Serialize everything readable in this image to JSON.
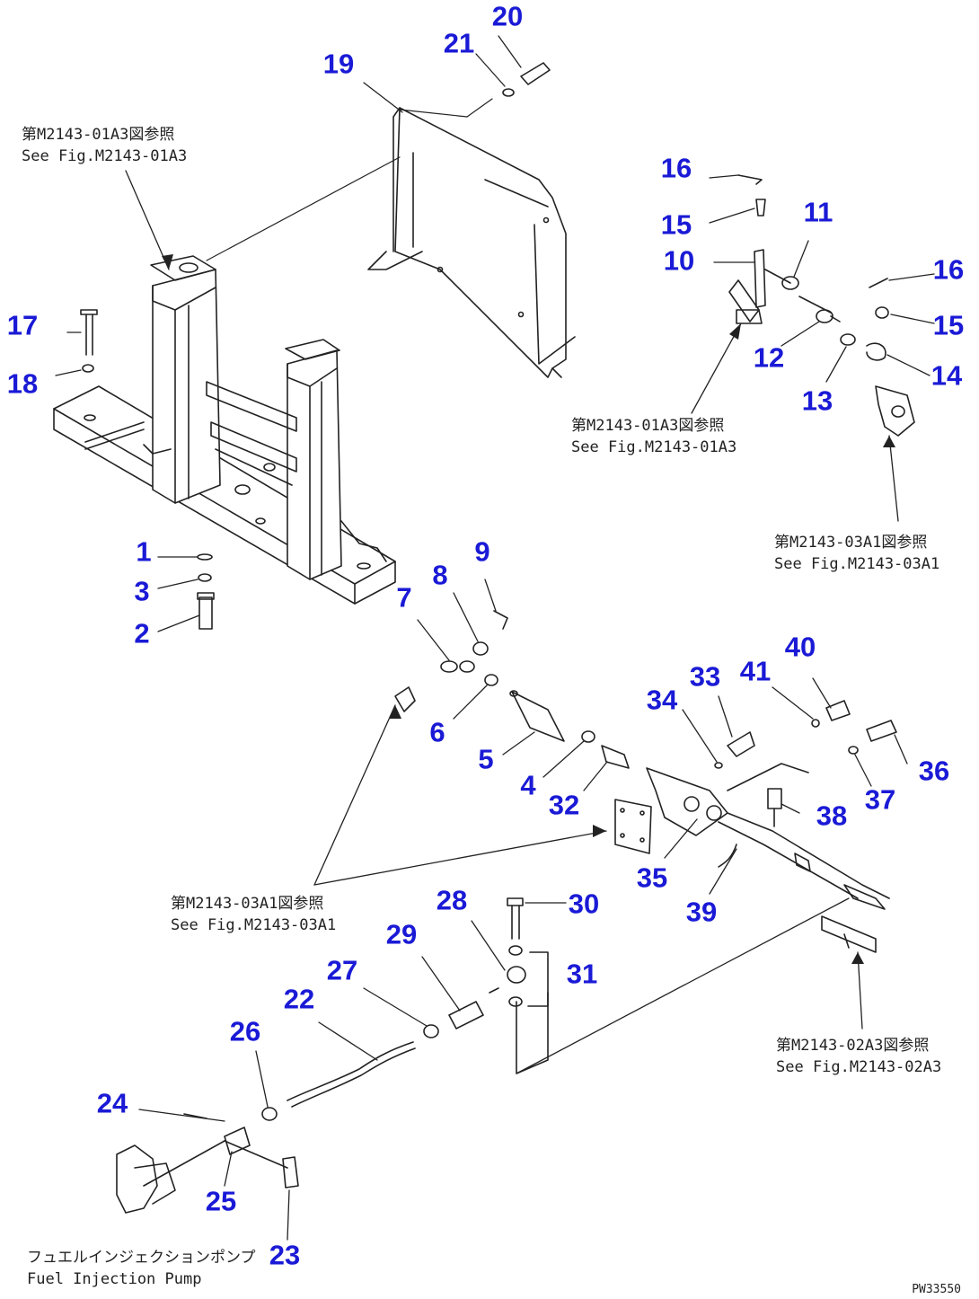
{
  "callouts": {
    "n1": "1",
    "n2": "2",
    "n3": "3",
    "n4": "4",
    "n5": "5",
    "n6": "6",
    "n7": "7",
    "n8": "8",
    "n9": "9",
    "n10": "10",
    "n11": "11",
    "n12": "12",
    "n13": "13",
    "n14": "14",
    "n15a": "15",
    "n15b": "15",
    "n16a": "16",
    "n16b": "16",
    "n17": "17",
    "n18": "18",
    "n19": "19",
    "n20": "20",
    "n21": "21",
    "n22": "22",
    "n23": "23",
    "n24": "24",
    "n25": "25",
    "n26": "26",
    "n27": "27",
    "n28": "28",
    "n29": "29",
    "n30": "30",
    "n31": "31",
    "n32": "32",
    "n33": "33",
    "n34": "34",
    "n35": "35",
    "n36": "36",
    "n37": "37",
    "n38": "38",
    "n39": "39",
    "n40": "40",
    "n41": "41"
  },
  "notes": {
    "ref_top_left": {
      "jp": "第M2143-01A3図参照",
      "en": "See Fig.M2143-01A3"
    },
    "ref_top_right": {
      "jp": "第M2143-01A3図参照",
      "en": "See Fig.M2143-01A3"
    },
    "ref_right_mid": {
      "jp": "第M2143-03A1図参照",
      "en": "See Fig.M2143-03A1"
    },
    "ref_center": {
      "jp": "第M2143-03A1図参照",
      "en": "See Fig.M2143-03A1"
    },
    "ref_bottom_right": {
      "jp": "第M2143-02A3図参照",
      "en": "See Fig.M2143-02A3"
    },
    "fuel_pump": {
      "jp": "フュエルインジェクションポンプ",
      "en": "Fuel Injection Pump"
    }
  },
  "drawing_code": "PW33550",
  "colors": {
    "callout": "#1a1ad6",
    "line": "#222222"
  }
}
